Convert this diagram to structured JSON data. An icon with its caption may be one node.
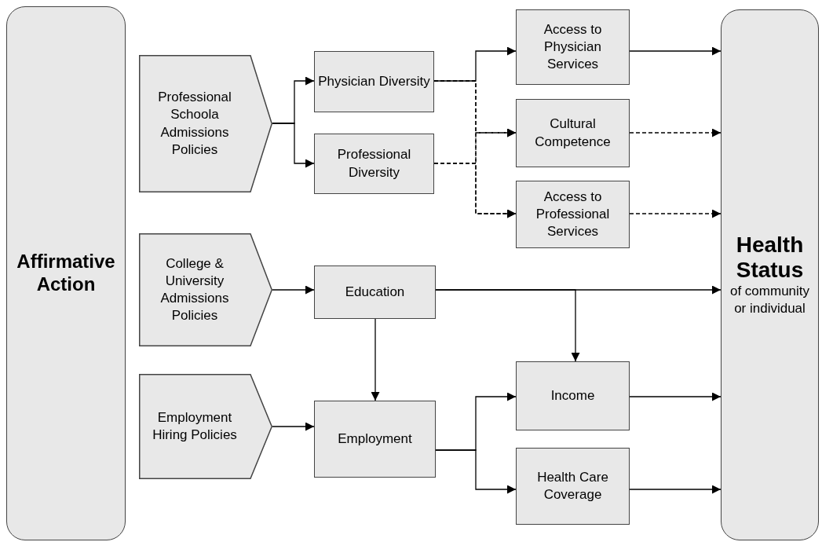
{
  "diagram": {
    "nodes": [
      {
        "text": [
          "Affirmative Action"
        ]
      },
      {
        "text": [
          "Professional Schoola Admissions Policies"
        ]
      },
      {
        "text": [
          "Physician Diversity"
        ]
      },
      {
        "text": [
          "Professional Diversity"
        ]
      },
      {
        "text": [
          "Access to Physician Services"
        ]
      },
      {
        "text": [
          "Cultural Competence"
        ]
      },
      {
        "text": [
          "Access to Professional Services"
        ]
      },
      {
        "text": [
          "Health Status",
          "of community or individual"
        ]
      },
      {
        "text": [
          "College & University Admissions Policies"
        ]
      },
      {
        "text": [
          "Education"
        ]
      },
      {
        "text": [
          "Employment Hiring Policies"
        ]
      },
      {
        "text": [
          "Employment"
        ]
      },
      {
        "text": [
          "Income"
        ]
      },
      {
        "text": [
          "Health Care Coverage"
        ]
      }
    ],
    "edges": [
      {
        "from": 1,
        "to": 2,
        "arrow": "to"
      },
      {
        "from": 1,
        "to": 3,
        "arrow": "to"
      },
      {
        "from": 2,
        "to": 4,
        "arrow": "to"
      },
      {
        "from": 2,
        "to": 5,
        "arrow": "to",
        "style": "dashed"
      },
      {
        "from": 2,
        "to": 6,
        "arrow": "to",
        "style": "dashed"
      },
      {
        "from": 3,
        "to": 5,
        "arrow": "to",
        "style": "dashed"
      },
      {
        "from": 3,
        "to": 6,
        "arrow": "to",
        "style": "dashed"
      },
      {
        "from": 4,
        "to": 7,
        "arrow": "to"
      },
      {
        "from": 5,
        "to": 7,
        "arrow": "to",
        "style": "dashed"
      },
      {
        "from": 6,
        "to": 7,
        "arrow": "to",
        "style": "dashed"
      },
      {
        "from": 8,
        "to": 9,
        "arrow": "to"
      },
      {
        "from": 9,
        "to": 7,
        "arrow": "to"
      },
      {
        "from": 9,
        "to": 12,
        "arrow": "to"
      },
      {
        "from": 9,
        "to": 11,
        "arrow": "to"
      },
      {
        "from": 10,
        "to": 11,
        "arrow": "to"
      },
      {
        "from": 11,
        "to": 12,
        "arrow": "to"
      },
      {
        "from": 11,
        "to": 13,
        "arrow": "to"
      },
      {
        "from": 12,
        "to": 7,
        "arrow": "to"
      },
      {
        "from": 13,
        "to": 7,
        "arrow": "to"
      }
    ]
  }
}
